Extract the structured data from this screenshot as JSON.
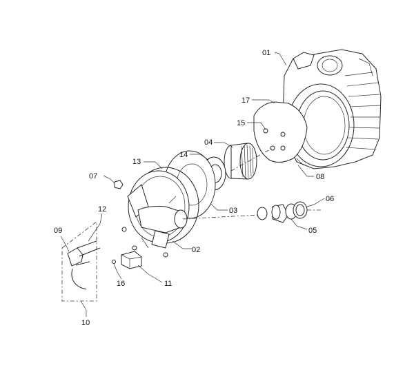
{
  "diagram": {
    "parts": [
      {
        "id": "01",
        "label": "01"
      },
      {
        "id": "02",
        "label": "02"
      },
      {
        "id": "03",
        "label": "03"
      },
      {
        "id": "04",
        "label": "04"
      },
      {
        "id": "05",
        "label": "05"
      },
      {
        "id": "06",
        "label": "06"
      },
      {
        "id": "07",
        "label": "07"
      },
      {
        "id": "08",
        "label": "08"
      },
      {
        "id": "09",
        "label": "09"
      },
      {
        "id": "10",
        "label": "10"
      },
      {
        "id": "11",
        "label": "11"
      },
      {
        "id": "12",
        "label": "12"
      },
      {
        "id": "13",
        "label": "13"
      },
      {
        "id": "14",
        "label": "14"
      },
      {
        "id": "15",
        "label": "15"
      },
      {
        "id": "16",
        "label": "16"
      },
      {
        "id": "17",
        "label": "17"
      }
    ]
  }
}
